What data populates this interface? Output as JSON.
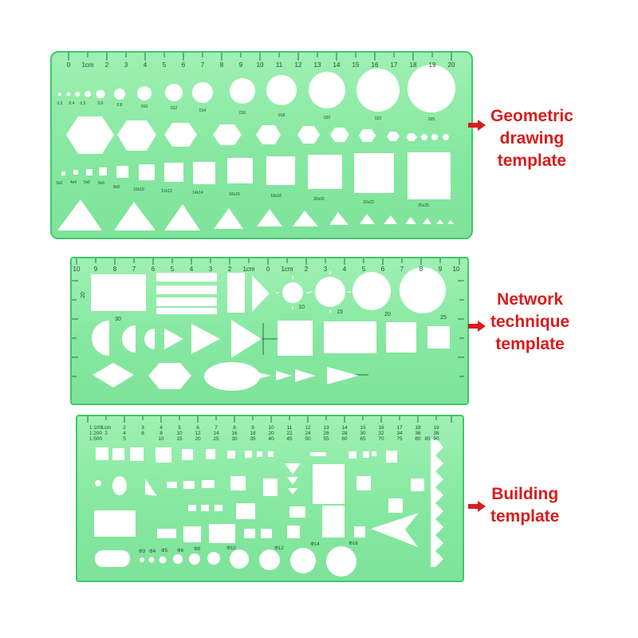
{
  "labels": {
    "geometric": [
      "Geometric",
      "drawing",
      "template"
    ],
    "network": [
      "Network",
      "technique",
      "template"
    ],
    "building": [
      "Building",
      "template"
    ]
  },
  "rulers": {
    "geometric": [
      "0",
      "1cm",
      "2",
      "3",
      "4",
      "5",
      "6",
      "7",
      "8",
      "9",
      "10",
      "11",
      "12",
      "13",
      "14",
      "15",
      "16",
      "17",
      "18",
      "19",
      "20"
    ],
    "network": [
      "10",
      "9",
      "8",
      "7",
      "6",
      "5",
      "4",
      "3",
      "2",
      "1cm",
      "0",
      "1cm",
      "2",
      "3",
      "4",
      "5",
      "6",
      "7",
      "8",
      "9",
      "10"
    ],
    "building_row1": [
      "1:100",
      "1cm",
      "2",
      "3",
      "4",
      "5",
      "6",
      "7",
      "8",
      "9",
      "10",
      "11",
      "12",
      "13",
      "14",
      "15",
      "16",
      "17",
      "18",
      "19"
    ],
    "building_row2": [
      "1:200",
      "2",
      "4",
      "6",
      "8",
      "10",
      "12",
      "14",
      "16",
      "18",
      "20",
      "22",
      "24",
      "26",
      "28",
      "30",
      "32",
      "34",
      "36",
      "38"
    ],
    "building_row3": [
      "1:500",
      "5",
      "10",
      "15",
      "20",
      "25",
      "30",
      "35",
      "40",
      "45",
      "50",
      "55",
      "60",
      "65",
      "70",
      "75",
      "80",
      "85",
      "90"
    ]
  },
  "geometric_circle_labels": [
    "0.3",
    "0.4",
    "0.5",
    "0.6",
    "0.8",
    "010",
    "012",
    "014",
    "016",
    "018",
    "020",
    "022",
    "025"
  ],
  "geometric_square_labels": [
    "3x3",
    "4x4",
    "5x5",
    "6x6",
    "8x8",
    "10x10",
    "12x12",
    "14x14",
    "16x16",
    "18x18",
    "20x20",
    "22x22",
    "25x25"
  ],
  "network_circle_labels": [
    "10",
    "15",
    "20",
    "25"
  ],
  "network_side_label": "20",
  "network_arc_label": "30",
  "building_circle_labels": [
    "Φ3",
    "Φ4",
    "Φ5",
    "Φ6",
    "Φ8",
    "Φ10",
    "Φ12",
    "Φ14",
    "Φ16"
  ],
  "colors": {
    "stencil": "#86e8a0",
    "edge": "#3fc86a",
    "label": "#d81c1c"
  }
}
